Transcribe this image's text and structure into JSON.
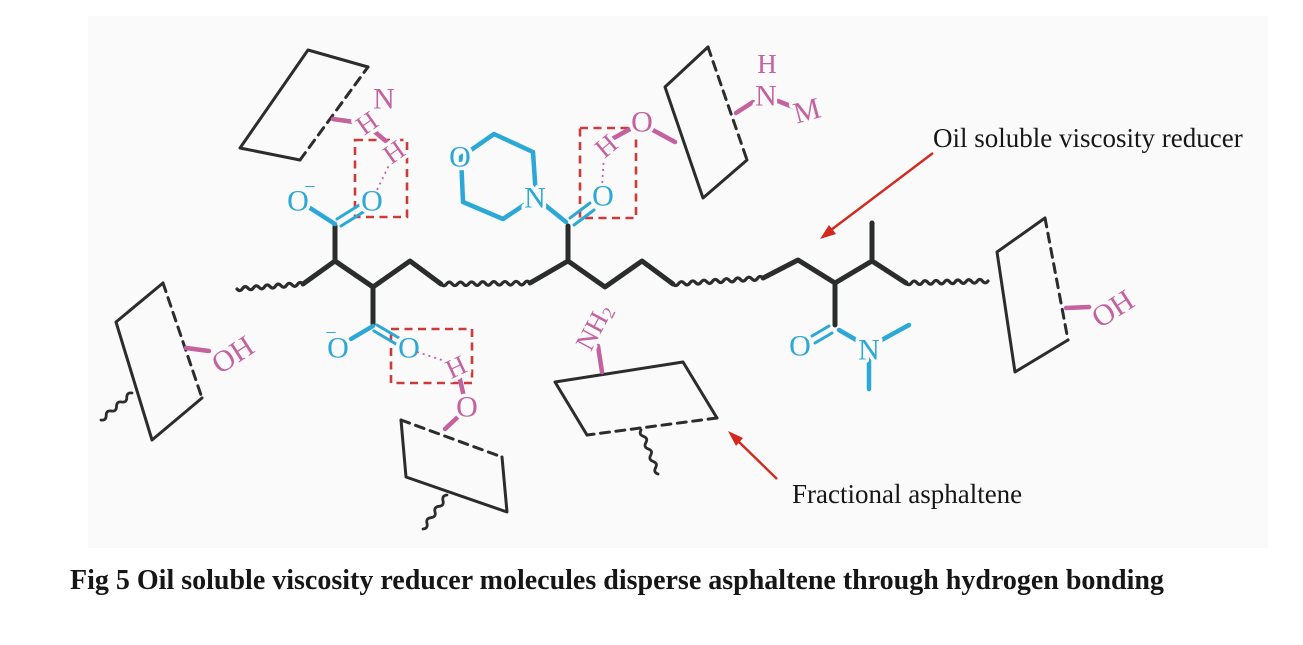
{
  "figure": {
    "caption": "Fig 5 Oil soluble viscosity reducer molecules disperse asphaltene through hydrogen bonding",
    "label_reducer": "Oil soluble viscosity reducer",
    "label_asphaltene": "Fractional asphaltene"
  },
  "colors": {
    "page-bg": "#ffffff",
    "panel": "#fafafa",
    "ink": "#161616",
    "bond-black": "#2a2d2c",
    "polar-cyan": "#2ca8d6",
    "hbond-pink": "#c4619f",
    "box-red": "#cc3a3a",
    "arrow-red": "#d3281e"
  },
  "atoms": {
    "p1_n": "N",
    "p1_h_outer": "H",
    "p1_h_inner": "H",
    "cb1_o_minus": "O",
    "cb1_charge": "−",
    "cb1_o": "O",
    "cb2_o_minus": "O",
    "cb2_charge": "−",
    "cb2_o": "O",
    "morpholine_o": "O",
    "morpholine_n": "N",
    "amide1_o": "O",
    "hb2_h": "H",
    "hb2_o": "O",
    "p2_h": "H",
    "p2_n": "N",
    "p2_m": "M",
    "hb3_h": "H",
    "hb3_o": "O",
    "nh2_main": "NH",
    "nh2_sub": "2",
    "amide2_o": "O",
    "amide2_n": "N",
    "p3_oh": "OH",
    "p6_oh": "OH"
  }
}
